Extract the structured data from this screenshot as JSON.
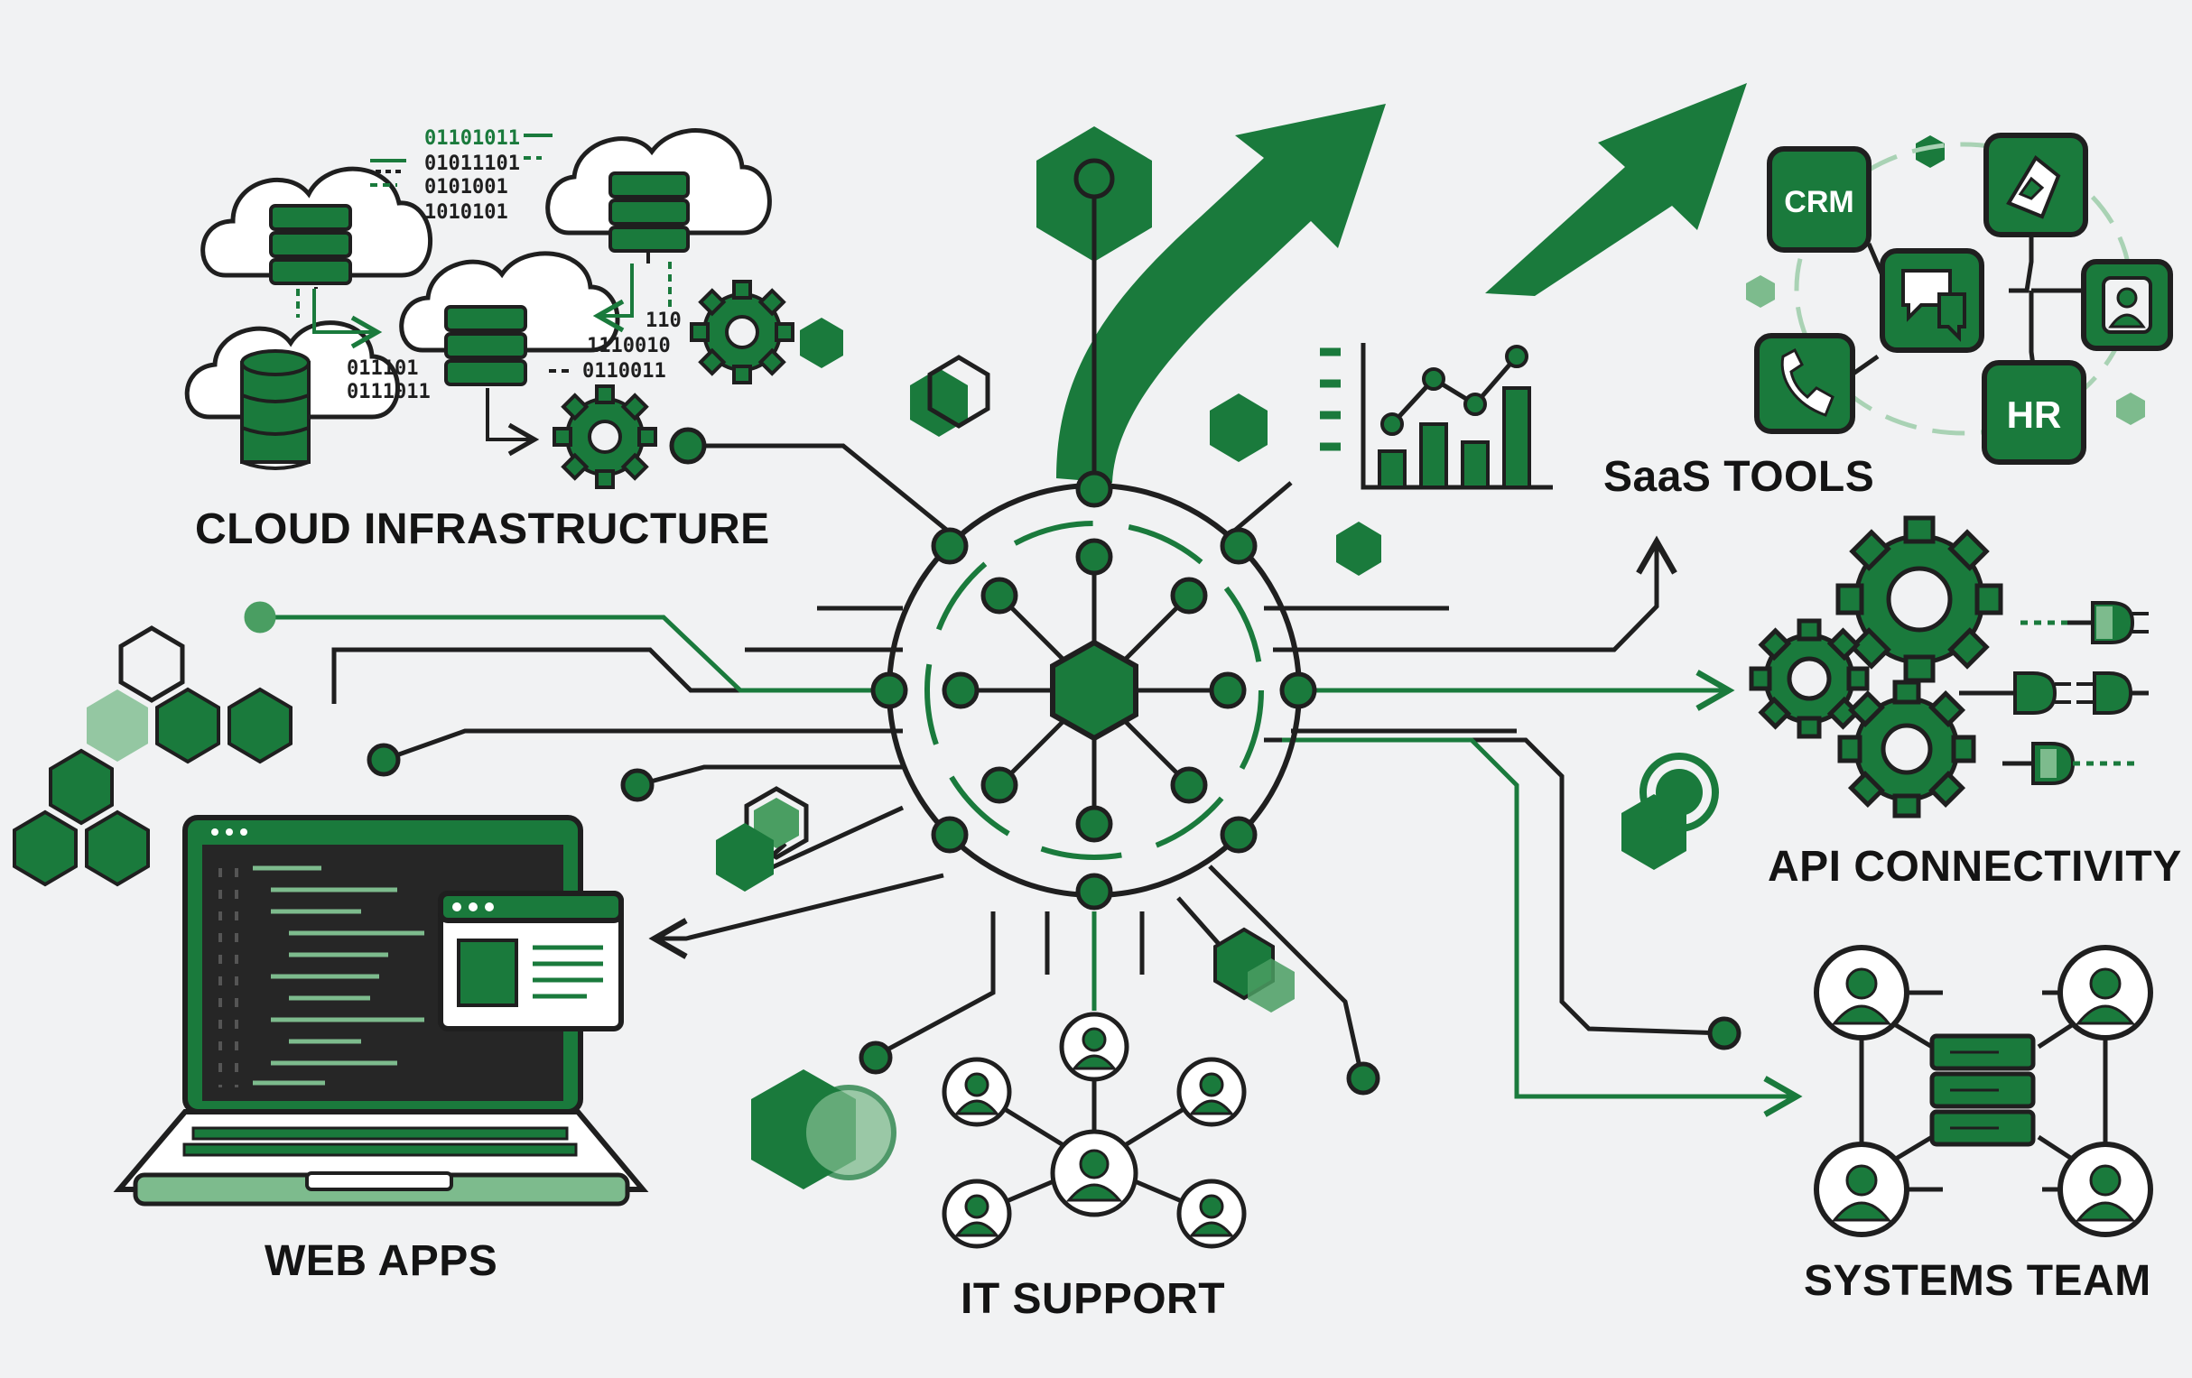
{
  "labels": {
    "cloud": "CLOUD INFRASTRUCTURE",
    "web": "WEB APPS",
    "it": "IT SUPPORT",
    "saas": "SaaS TOOLS",
    "api": "API CONNECTIVITY",
    "systems": "SYSTEMS TEAM"
  },
  "binary": {
    "top": [
      "01101011",
      "01011101",
      "0101001",
      "1010101"
    ],
    "mid_right": [
      "110",
      "1110010",
      "0110011"
    ],
    "left": [
      "011101",
      "0111011"
    ]
  },
  "saas_tiles": {
    "crm": "CRM",
    "hr": "HR"
  },
  "colors": {
    "primary": "#1a7a3c",
    "light": "#4a9e62",
    "pale": "#7dbb8d",
    "stroke": "#1f1f1f",
    "background": "#f1f2f3"
  }
}
